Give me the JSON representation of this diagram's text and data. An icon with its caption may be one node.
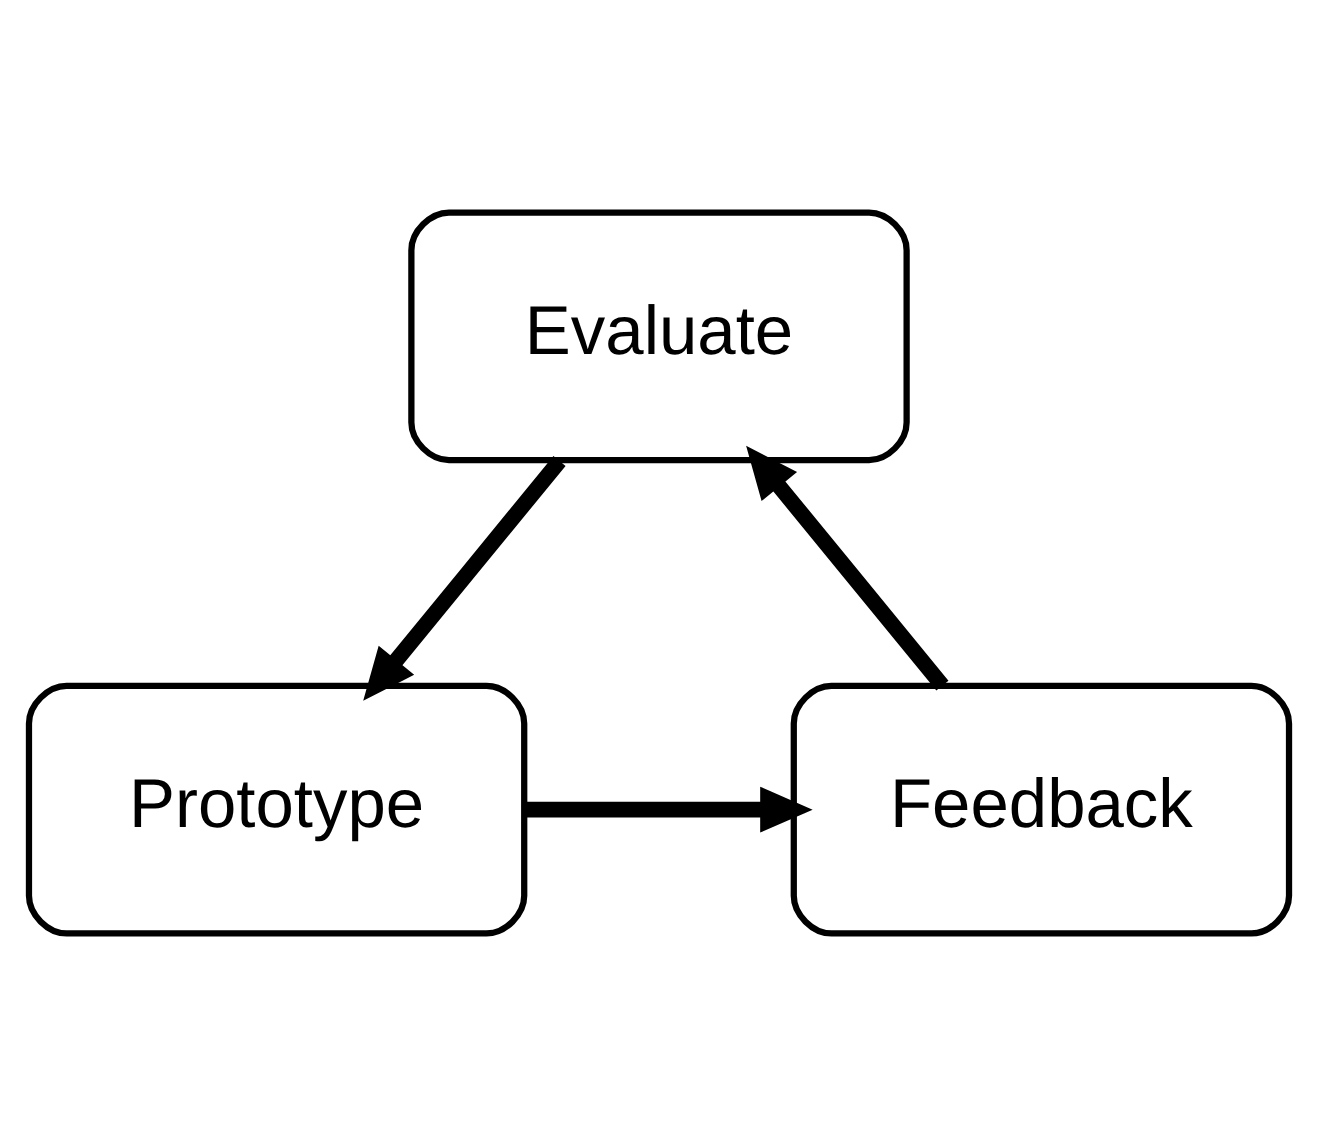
{
  "diagram": {
    "nodes": [
      {
        "text": [
          "Evaluate"
        ]
      },
      {
        "text": [
          "Feedback"
        ]
      },
      {
        "text": [
          "Prototype"
        ]
      }
    ],
    "edges": [
      {
        "from": 0,
        "to": 2,
        "arrow": "to"
      },
      {
        "from": 2,
        "to": 1,
        "arrow": "to"
      },
      {
        "from": 1,
        "to": 0,
        "arrow": "to"
      }
    ]
  }
}
